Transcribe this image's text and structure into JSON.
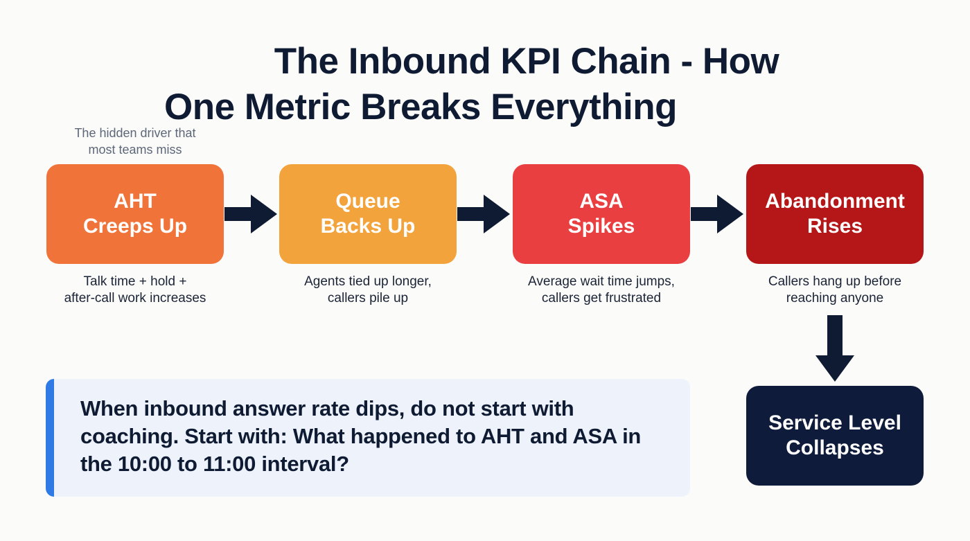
{
  "title": {
    "line1": "The Inbound KPI Chain - How",
    "line2": "One Metric Breaks Everything"
  },
  "annotation": {
    "text": "The hidden driver that\nmost teams miss"
  },
  "nodes": [
    {
      "id": "aht",
      "label": "AHT\nCreeps Up",
      "description": "Talk time + hold +\nafter-call work increases",
      "color": "#f0743a"
    },
    {
      "id": "queue",
      "label": "Queue\nBacks Up",
      "description": "Agents tied up longer,\ncallers pile up",
      "color": "#f3a33c"
    },
    {
      "id": "asa",
      "label": "ASA\nSpikes",
      "description": "Average wait time jumps,\ncallers get frustrated",
      "color": "#e93f40"
    },
    {
      "id": "abandonment",
      "label": "Abandonment\nRises",
      "description": "Callers hang up before\nreaching anyone",
      "color": "#b51718"
    },
    {
      "id": "service-level",
      "label": "Service Level\nCollapses",
      "description": "",
      "color": "#0f1b3a"
    }
  ],
  "connectors": {
    "arrow_color": "#0f1b33"
  },
  "callout": {
    "text": "When inbound answer rate dips, do not start with coaching. Start with: What happened to AHT and ASA in the 10:00 to 11:00 interval?",
    "accent_color": "#2f7ae5",
    "background_color": "#edf2fb"
  }
}
